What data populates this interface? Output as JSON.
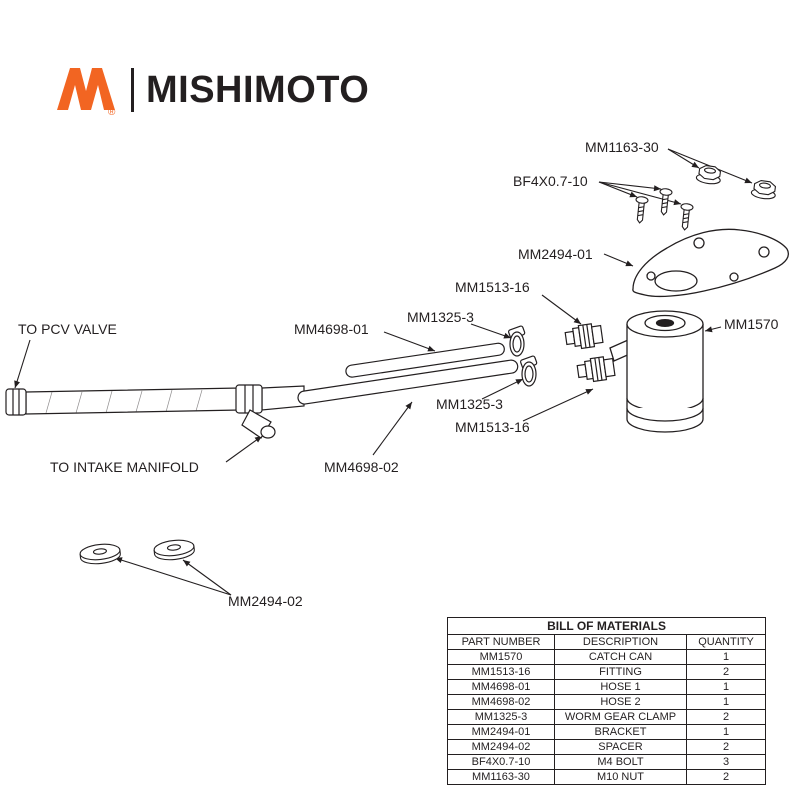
{
  "brand": {
    "name": "MISHIMOTO",
    "registered": "®"
  },
  "colors": {
    "brand_orange": "#F26522",
    "line": "#231F20"
  },
  "diagram": {
    "labels": [
      {
        "id": "mm1163-30",
        "text": "MM1163-30"
      },
      {
        "id": "bf4x0710",
        "text": "BF4X0.7-10"
      },
      {
        "id": "mm2494-01",
        "text": "MM2494-01"
      },
      {
        "id": "mm1513-16-top",
        "text": "MM1513-16"
      },
      {
        "id": "mm1325-3-top",
        "text": "MM1325-3"
      },
      {
        "id": "mm4698-01",
        "text": "MM4698-01"
      },
      {
        "id": "mm1570",
        "text": "MM1570"
      },
      {
        "id": "to-pcv-valve",
        "text": "TO PCV VALVE"
      },
      {
        "id": "mm1325-3-bottom",
        "text": "MM1325-3"
      },
      {
        "id": "mm1513-16-bottom",
        "text": "MM1513-16"
      },
      {
        "id": "to-intake-manifold",
        "text": "TO INTAKE MANIFOLD"
      },
      {
        "id": "mm4698-02",
        "text": "MM4698-02"
      },
      {
        "id": "mm2494-02",
        "text": "MM2494-02"
      }
    ]
  },
  "bom": {
    "title": "BILL OF MATERIALS",
    "columns": [
      "PART NUMBER",
      "DESCRIPTION",
      "QUANTITY"
    ],
    "rows": [
      [
        "MM1570",
        "CATCH CAN",
        "1"
      ],
      [
        "MM1513-16",
        "FITTING",
        "2"
      ],
      [
        "MM4698-01",
        "HOSE 1",
        "1"
      ],
      [
        "MM4698-02",
        "HOSE 2",
        "1"
      ],
      [
        "MM1325-3",
        "WORM GEAR CLAMP",
        "2"
      ],
      [
        "MM2494-01",
        "BRACKET",
        "1"
      ],
      [
        "MM2494-02",
        "SPACER",
        "2"
      ],
      [
        "BF4X0.7-10",
        "M4 BOLT",
        "3"
      ],
      [
        "MM1163-30",
        "M10 NUT",
        "2"
      ]
    ]
  }
}
